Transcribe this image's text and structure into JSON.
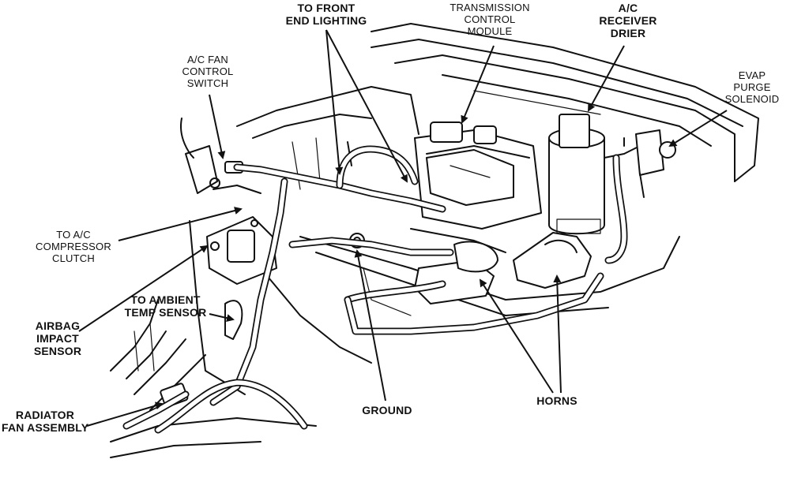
{
  "labels": {
    "front_lighting": [
      "TO FRONT",
      "END LIGHTING"
    ],
    "tcm": [
      "TRANSMISSION",
      "CONTROL",
      "MODULE"
    ],
    "receiver_drier": [
      "A/C",
      "RECEIVER",
      "DRIER"
    ],
    "evap": [
      "EVAP",
      "PURGE",
      "SOLENOID"
    ],
    "ac_fan_switch": [
      "A/C FAN",
      "CONTROL",
      "SWITCH"
    ],
    "compressor_clutch": [
      "TO A/C",
      "COMPRESSOR",
      "CLUTCH"
    ],
    "ambient_temp": [
      "TO AMBIENT",
      "TEMP SENSOR"
    ],
    "airbag_sensor": [
      "AIRBAG",
      "IMPACT",
      "SENSOR"
    ],
    "radiator_fan": [
      "RADIATOR",
      "FAN ASSEMBLY"
    ],
    "ground": "GROUND",
    "horns": "HORNS"
  }
}
